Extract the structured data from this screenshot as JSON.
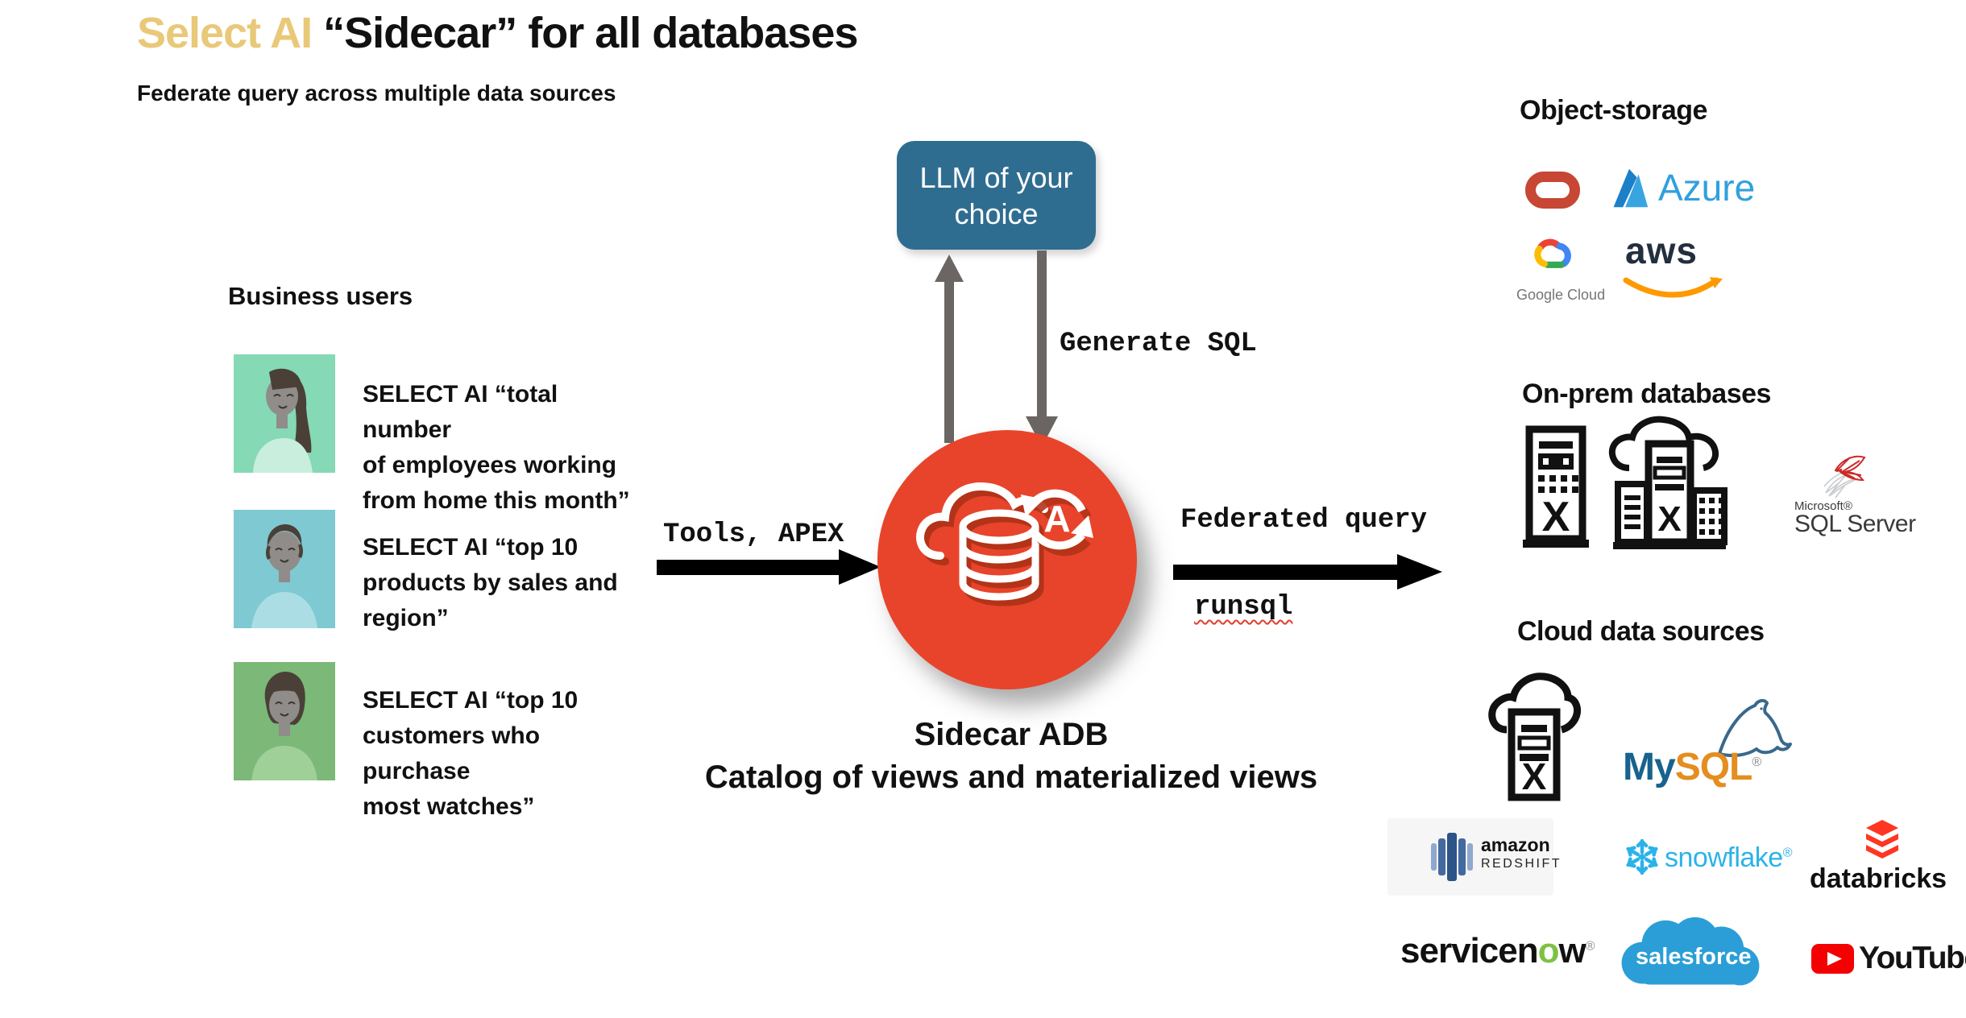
{
  "title": {
    "highlight": "Select AI ",
    "rest": "“Sidecar” for all databases"
  },
  "subtitle": "Federate query across multiple data sources",
  "business": {
    "heading": "Business users",
    "users": [
      {
        "lines": [
          "SELECT AI “total number",
          "of employees working",
          "from home this month”"
        ]
      },
      {
        "lines": [
          "SELECT AI “top 10",
          "products by sales and",
          "region”"
        ]
      },
      {
        "lines": [
          "SELECT AI “top 10",
          "customers who purchase",
          "most watches”"
        ]
      }
    ]
  },
  "center": {
    "llm_box": "LLM of your choice",
    "generate_sql": "Generate SQL",
    "tools_apex": "Tools, APEX",
    "federated_query": "Federated query",
    "runsql": "runsql",
    "adb_title": "Sidecar ADB",
    "adb_subtitle": "Catalog of views and materialized views"
  },
  "object_storage": {
    "heading": "Object-storage",
    "azure_label": "Azure",
    "google_label": "Google Cloud",
    "aws_label": "aws"
  },
  "onprem": {
    "heading": "On-prem databases",
    "microsoft_label": "Microsoft®",
    "sqlserver_label": "SQL Server"
  },
  "cloud_sources": {
    "heading": "Cloud data sources",
    "mysql_part1": "My",
    "mysql_part2": "SQL",
    "mysql_reg": "®",
    "amazon_label": "amazon",
    "redshift_label": "REDSHIFT",
    "snowflake_label": "snowflake",
    "snowflake_reg": "®",
    "databricks_label": "databricks",
    "servicenow_pre": "servicen",
    "servicenow_o": "o",
    "servicenow_post": "w",
    "servicenow_reg": "®",
    "salesforce_label": "salesforce",
    "youtube_label": "YouTube"
  },
  "colors": {
    "title_gold": "#E9C878",
    "llm_blue": "#2F6D90",
    "adb_red": "#E8442B",
    "arrow_gray": "#6B6663",
    "oracle_red": "#C74634",
    "azure_blue": "#31A0DD",
    "aws_navy": "#232F3E",
    "aws_orange": "#FF9900",
    "mysql_blue": "#17638D",
    "mysql_orange": "#E48E1F",
    "snowflake_blue": "#2BB3E8",
    "databricks_red": "#FF3621",
    "servicenow_green": "#7DC242",
    "salesforce_blue": "#2B9ED8",
    "youtube_red": "#F50000"
  }
}
